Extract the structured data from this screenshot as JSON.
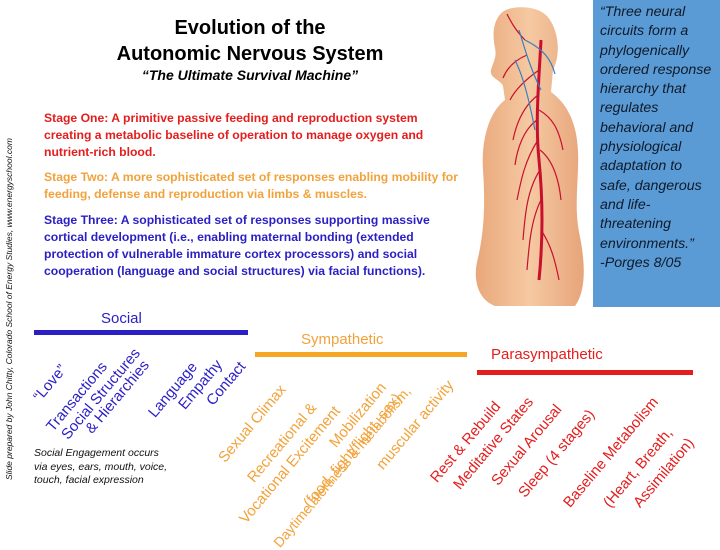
{
  "title": {
    "line1": "Evolution of the",
    "line2": "Autonomic Nervous System",
    "subtitle": "“The Ultimate Survival Machine”"
  },
  "stages": {
    "one": "Stage One: A primitive passive feeding and reproduction system creating a metabolic baseline of operation to manage oxygen and nutrient-rich blood.",
    "two": "Stage Two: A more sophisticated set of responses enabling mobility for feeding, defense and reproduction via limbs & muscles.",
    "three": "Stage Three: A sophisticated set of responses supporting massive cortical development (i.e., enabling maternal bonding (extended protection of vulnerable immature cortex processors) and social cooperation (language and social structures) via facial functions)."
  },
  "quote": {
    "text": "“Three neural circuits form a phylogenically ordered response hierarchy that regulates behavioral and physiological adaptation to safe, dangerous and life-threatening environments.”",
    "attribution": "-Porges 8/05"
  },
  "credit": "Slide prepared by John Chitty, Colorado School of Energy Studies, www.energyschool.com",
  "groups": {
    "social": {
      "label": "Social",
      "items": [
        "“Love”",
        "Transactions",
        "Social Structures",
        "& Hierarchies",
        "Language",
        "Empathy",
        "Contact"
      ],
      "note": "Social Engagement occurs via eyes, ears, mouth, voice, touch, facial expression"
    },
    "sympathetic": {
      "label": "Sympathetic",
      "items": [
        "Sexual Climax",
        "Recreational &",
        "Vocational Excitement",
        "Mobilization",
        "(food, fight/flight, sex)",
        "Daytime alertness & metabolism,",
        "muscular activity"
      ]
    },
    "parasympathetic": {
      "label": "Parasympathetic",
      "items": [
        "Rest & Rebuild",
        "Meditative States",
        "Sexual Arousal",
        "Sleep (4 stages)",
        "Baseline Metabolism",
        "(Heart, Breath,",
        "Assimilation)"
      ]
    }
  },
  "colors": {
    "social": "#2a1fc4",
    "sympathetic": "#f5a623",
    "parasympathetic": "#e41d1d",
    "stage_one": "#e41d1d",
    "stage_two": "#f2a23a",
    "stage_three": "#2a1fc4",
    "quote_bg": "#5b9bd5"
  }
}
